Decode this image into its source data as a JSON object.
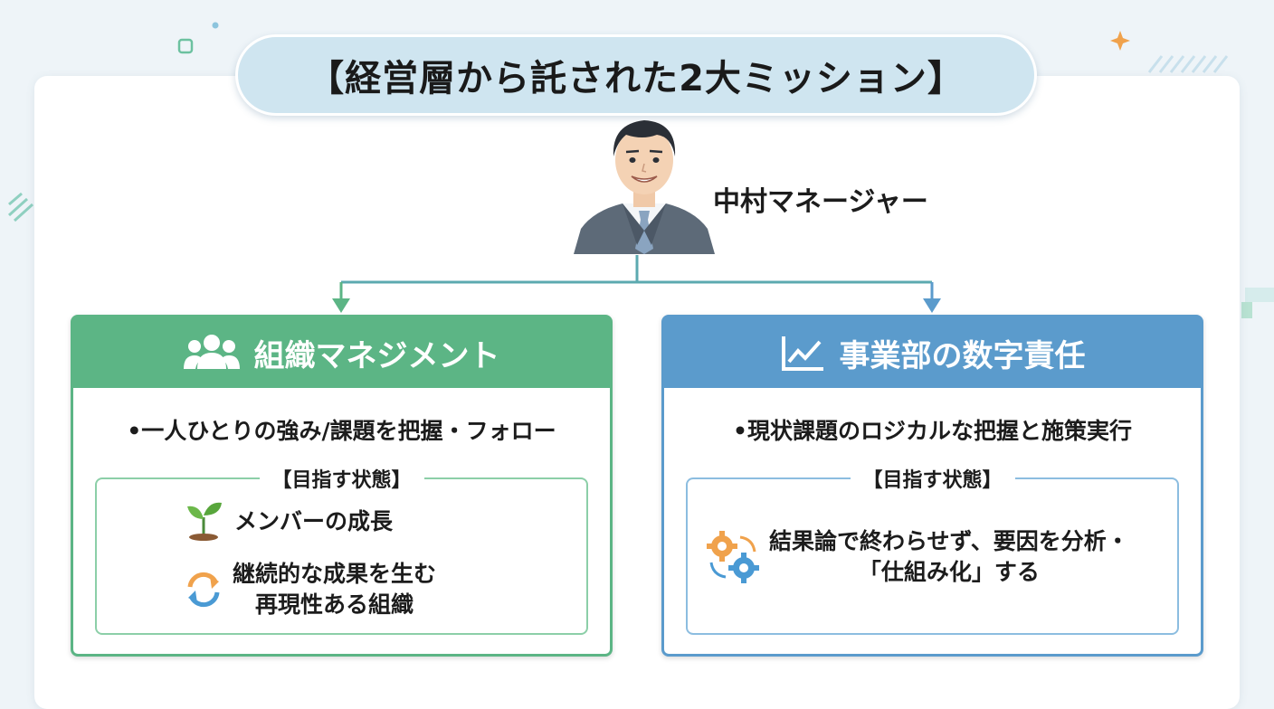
{
  "title": "【経営層から託された2大ミッション】",
  "manager": {
    "name": "中村マネージャー"
  },
  "missions": [
    {
      "title": "組織マネジメント",
      "header_icon": "people-icon",
      "color": "#5cb585",
      "bullet": "•一人ひとりの強み/課題を把握・フォロー",
      "target_label": "【目指す状態】",
      "outcomes": [
        {
          "icon": "sprout-icon",
          "lines": [
            "メンバーの成長"
          ]
        },
        {
          "icon": "cycle-arrows-icon",
          "lines": [
            "継続的な成果を生む",
            "再現性ある組織"
          ]
        }
      ]
    },
    {
      "title": "事業部の数字責任",
      "header_icon": "line-chart-icon",
      "color": "#5b9bcc",
      "bullet": "•現状課題のロジカルな把握と施策実行",
      "target_label": "【目指す状態】",
      "outcomes": [
        {
          "icon": "gears-icon",
          "lines": [
            "結果論で終わらせず、要因を分析・",
            "「仕組み化」する"
          ]
        }
      ]
    }
  ]
}
